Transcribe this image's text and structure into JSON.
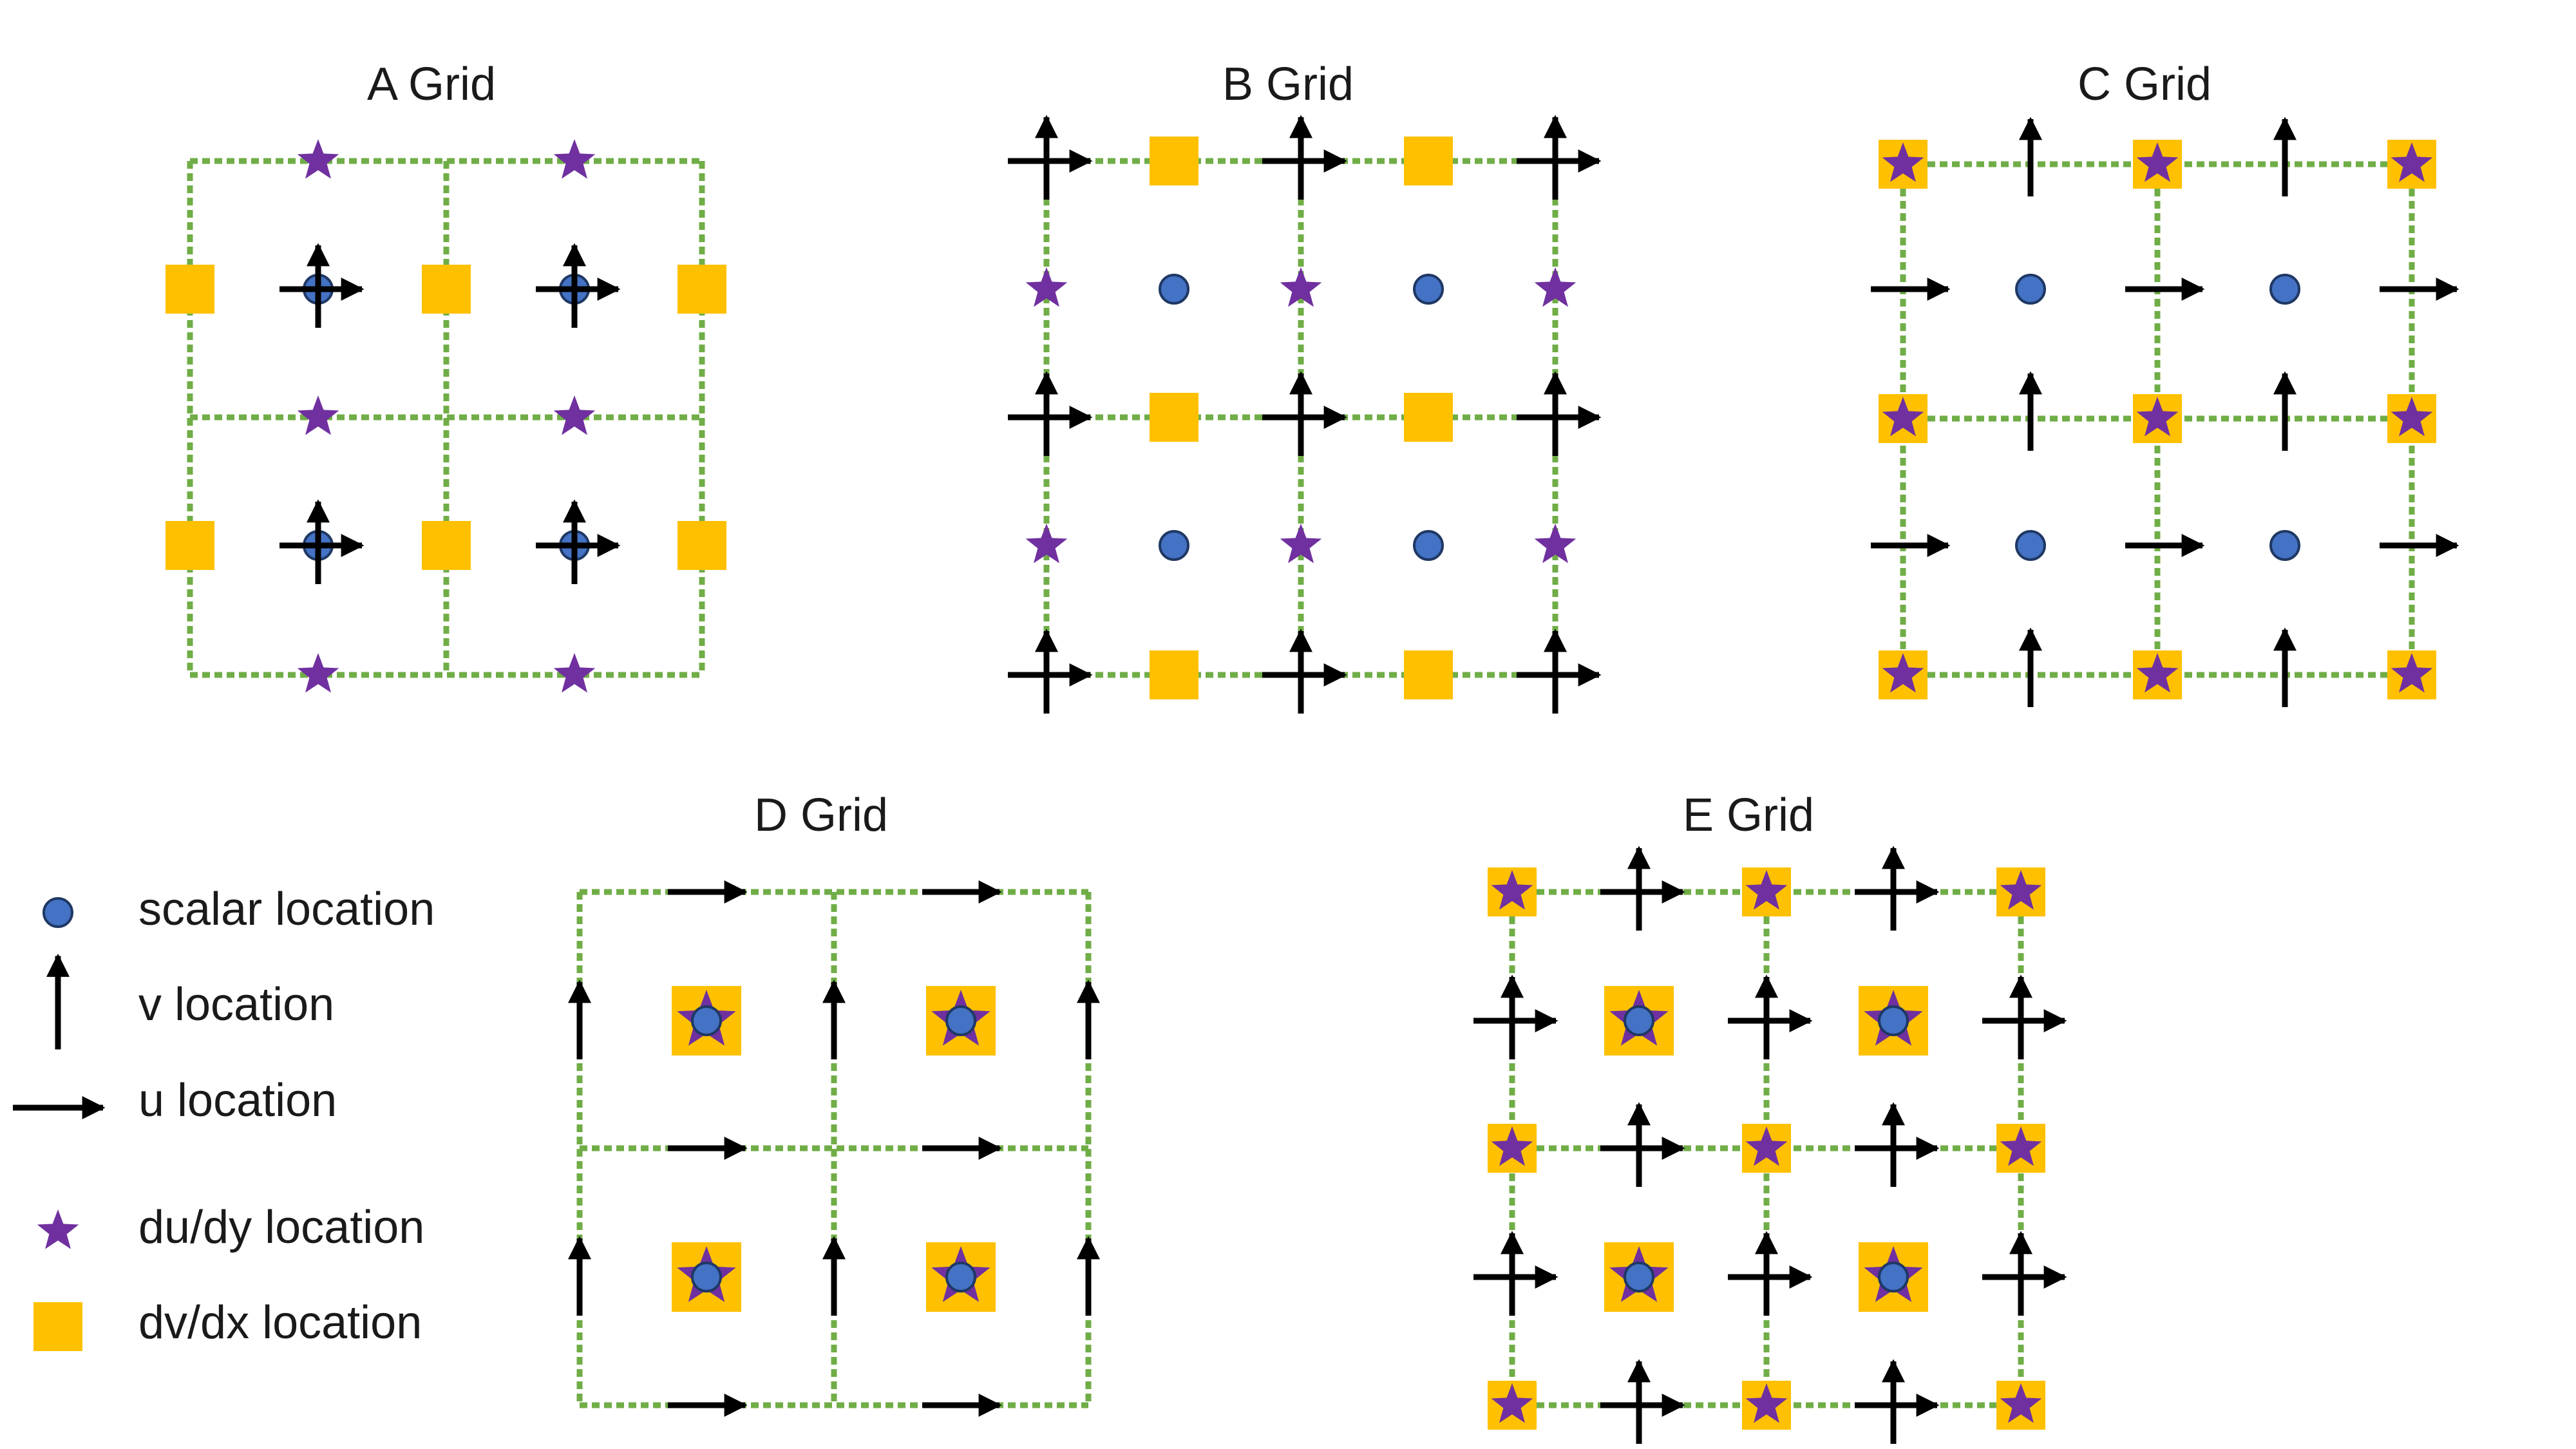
{
  "colors": {
    "grid_line": "#70AD47",
    "scalar": "#4472C4",
    "scalar_stroke": "#1F3864",
    "star": "#7030A0",
    "square": "#FFC000",
    "arrow": "#000000"
  },
  "grids": [
    {
      "key": "a",
      "title": "A Grid"
    },
    {
      "key": "b",
      "title": "B Grid"
    },
    {
      "key": "c",
      "title": "C Grid"
    },
    {
      "key": "d",
      "title": "D Grid"
    },
    {
      "key": "e",
      "title": "E Grid"
    }
  ],
  "legend": [
    {
      "symbol": "scalar",
      "label": "scalar location"
    },
    {
      "symbol": "v",
      "label": "v location"
    },
    {
      "symbol": "u",
      "label": "u location"
    },
    {
      "symbol": "star",
      "label": "du/dy location"
    },
    {
      "symbol": "square",
      "label": "dv/dx location"
    }
  ]
}
